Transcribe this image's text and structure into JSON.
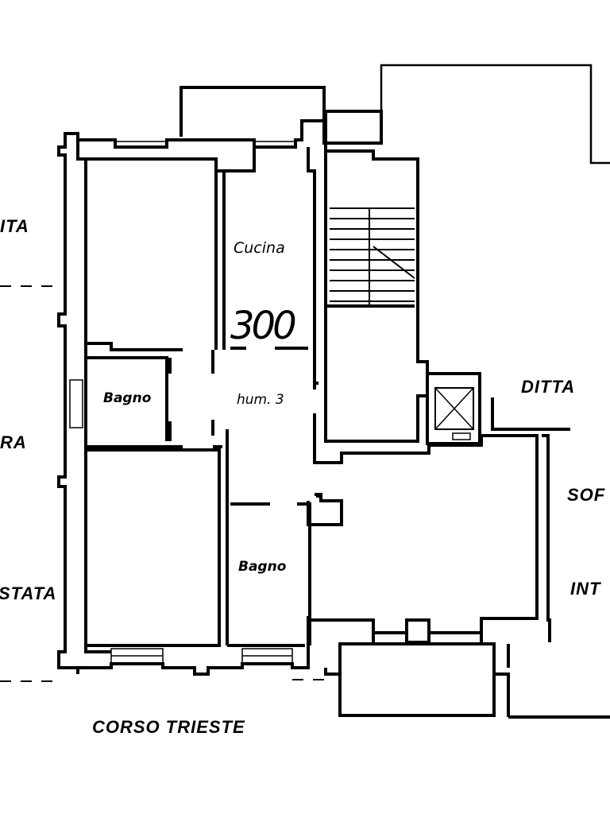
{
  "labels": {
    "left_top": "ITA",
    "left_mid": "RA",
    "left_bottom": "STATA",
    "kitchen": "Cucina",
    "unit_number": "300",
    "entrance": "hum. 3",
    "bath_top": "Bagno",
    "bath_bottom": "Bagno",
    "ditta": "DITTA",
    "right_sof": "SOF",
    "right_int": "INT",
    "street": "CORSO TRIESTE"
  }
}
